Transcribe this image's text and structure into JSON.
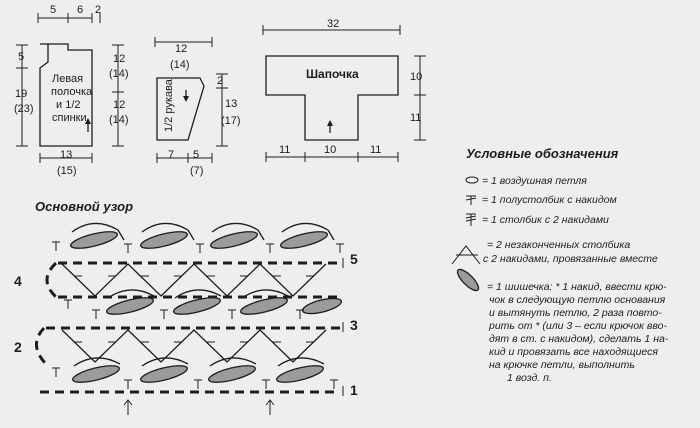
{
  "schemes": {
    "left_front": {
      "name_lines": [
        "Левая",
        "полочка",
        "и 1/2",
        "спинки"
      ],
      "top_dims": [
        "5",
        "6",
        "2"
      ],
      "left_dims": [
        "5",
        "19",
        "(23)"
      ],
      "right_dims": [
        "12",
        "(14)",
        "12",
        "(14)"
      ],
      "bottom_dims": [
        "13",
        "(15)"
      ]
    },
    "sleeve": {
      "name": "1/2 рукава",
      "top_dims": [
        "12",
        "(14)"
      ],
      "right_dims": [
        "2",
        "13",
        "(17)"
      ],
      "bottom_dims": [
        "7",
        "5",
        "(7)"
      ]
    },
    "cap": {
      "name": "Шапочка",
      "top_dims": [
        "32"
      ],
      "right_dims": [
        "10",
        "11"
      ],
      "bottom_dims": [
        "11",
        "10",
        "11"
      ]
    }
  },
  "pattern": {
    "title": "Основной узор",
    "row_numbers": [
      "5",
      "4",
      "3",
      "2",
      "1"
    ]
  },
  "legend": {
    "title": "Условные обозначения",
    "items": [
      {
        "symbol": "chain-icon",
        "text": "= 1 воздушная петля"
      },
      {
        "symbol": "half-double-crochet-icon",
        "text": "= 1 полустолбик с накидом"
      },
      {
        "symbol": "double-treble-icon",
        "text": "= 1 столбик с 2 накидами"
      },
      {
        "symbol": "cluster-icon",
        "text_lines": [
          "= 2 незаконченных столбика",
          "с 2 накидами, провязанные вместе"
        ]
      },
      {
        "symbol": "bobble-icon",
        "text_lines": [
          "= 1 шишечка: * 1 накид, ввести крю-",
          "чок в следующую петлю основания",
          "и вытянуть петлю, 2 раза повто-",
          "рить от * (или 3 – если крючок вво-",
          "дят в ст. с накидом), сделать 1 на-",
          "кид и провязать все находящиеся",
          "на крючке петли, выполнить",
          "1 возд. п."
        ]
      }
    ]
  }
}
